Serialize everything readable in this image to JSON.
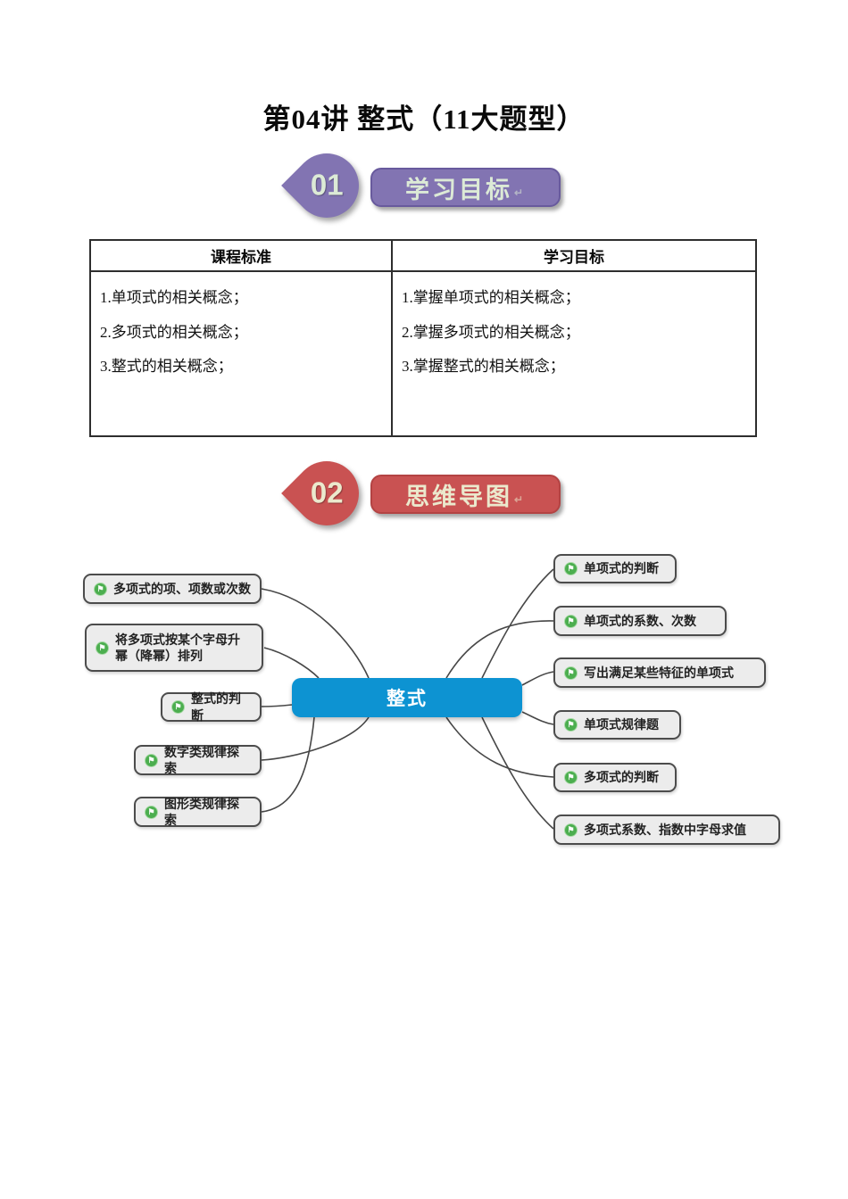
{
  "page": {
    "title": "第04讲 整式（11大题型）"
  },
  "sections": [
    {
      "number": "01",
      "label": "学习目标",
      "color": "#8274b2"
    },
    {
      "number": "02",
      "label": "思维导图",
      "color": "#c95252"
    }
  ],
  "table": {
    "headers": [
      "课程标准",
      "学习目标"
    ],
    "col1": [
      "1.单项式的相关概念；",
      "2.多项式的相关概念；",
      "3.整式的相关概念；"
    ],
    "col2": [
      "1.掌握单项式的相关概念；",
      "2.掌握多项式的相关概念；",
      "3.掌握整式的相关概念；"
    ]
  },
  "mindmap": {
    "center": "整式",
    "center_color": "#0d93d2",
    "node_border_color": "#4c4c4c",
    "flag_icon_color": "#4cae4f",
    "left": [
      "多项式的项、项数或次数",
      "将多项式按某个字母升幂（降幂）排列",
      "整式的判断",
      "数字类规律探索",
      "图形类规律探索"
    ],
    "right": [
      "单项式的判断",
      "单项式的系数、次数",
      "写出满足某些特征的单项式",
      "单项式规律题",
      "多项式的判断",
      "多项式系数、指数中字母求值"
    ]
  },
  "icons": {
    "flag": "⚑",
    "swoosh": "↵"
  }
}
